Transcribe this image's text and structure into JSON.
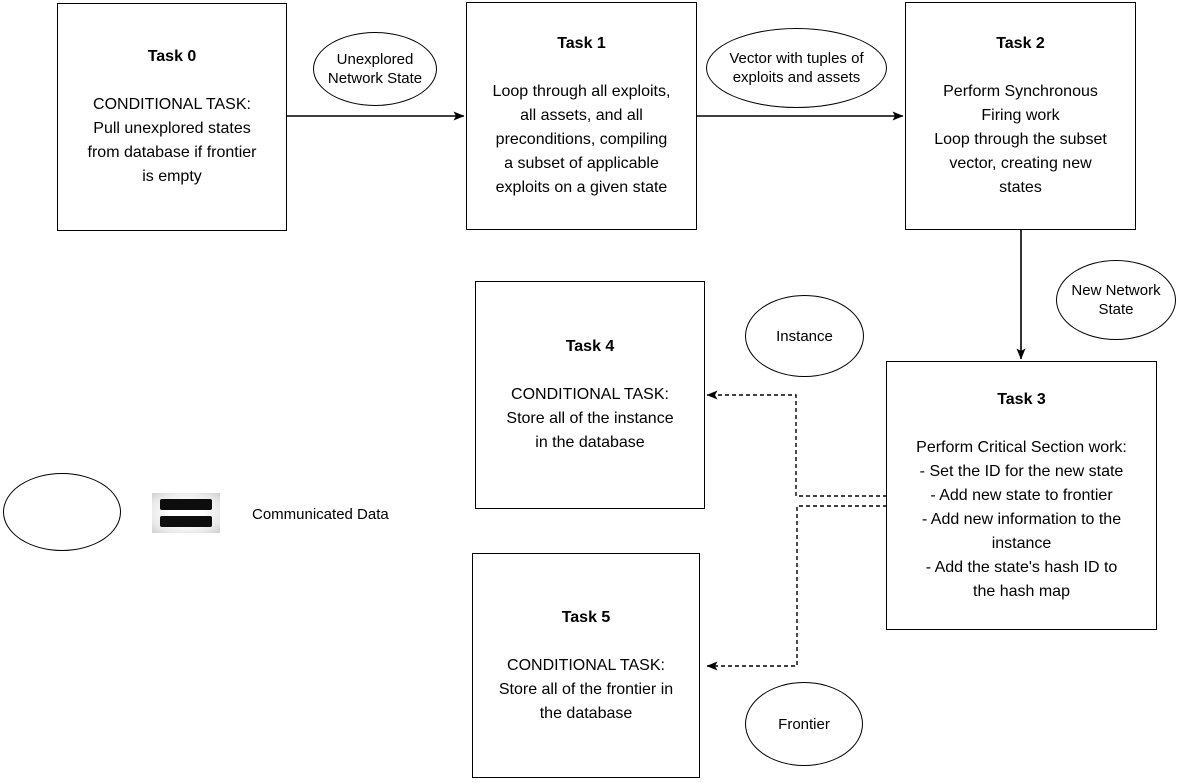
{
  "tasks": [
    {
      "title": "Task 0",
      "body": "CONDITIONAL TASK:\nPull unexplored states\nfrom database if frontier\nis empty"
    },
    {
      "title": "Task 1",
      "body": "Loop through all exploits,\nall assets, and all\npreconditions, compiling\na subset of applicable\nexploits on a given state"
    },
    {
      "title": "Task 2",
      "body": "Perform Synchronous\nFiring work\nLoop through the subset\nvector, creating new\nstates"
    },
    {
      "title": "Task 3",
      "body": "Perform Critical Section work:\n- Set the ID for the new state\n- Add new state to frontier\n- Add new information to the\ninstance\n- Add the state's hash ID to\nthe hash map"
    },
    {
      "title": "Task 4",
      "body": "CONDITIONAL TASK:\nStore all of the instance\nin the database"
    },
    {
      "title": "Task 5",
      "body": "CONDITIONAL TASK:\nStore all of the frontier in\nthe database"
    }
  ],
  "ellipses": [
    {
      "label": "Unexplored\nNetwork State"
    },
    {
      "label": "Vector with tuples of\nexploits and assets"
    },
    {
      "label": "New Network\nState"
    },
    {
      "label": "Instance"
    },
    {
      "label": "Frontier"
    }
  ],
  "legend": {
    "label": "Communicated Data",
    "symbol": "equals-icon"
  },
  "colors": {
    "stroke": "#000000",
    "background": "#ffffff",
    "text": "#000000"
  }
}
